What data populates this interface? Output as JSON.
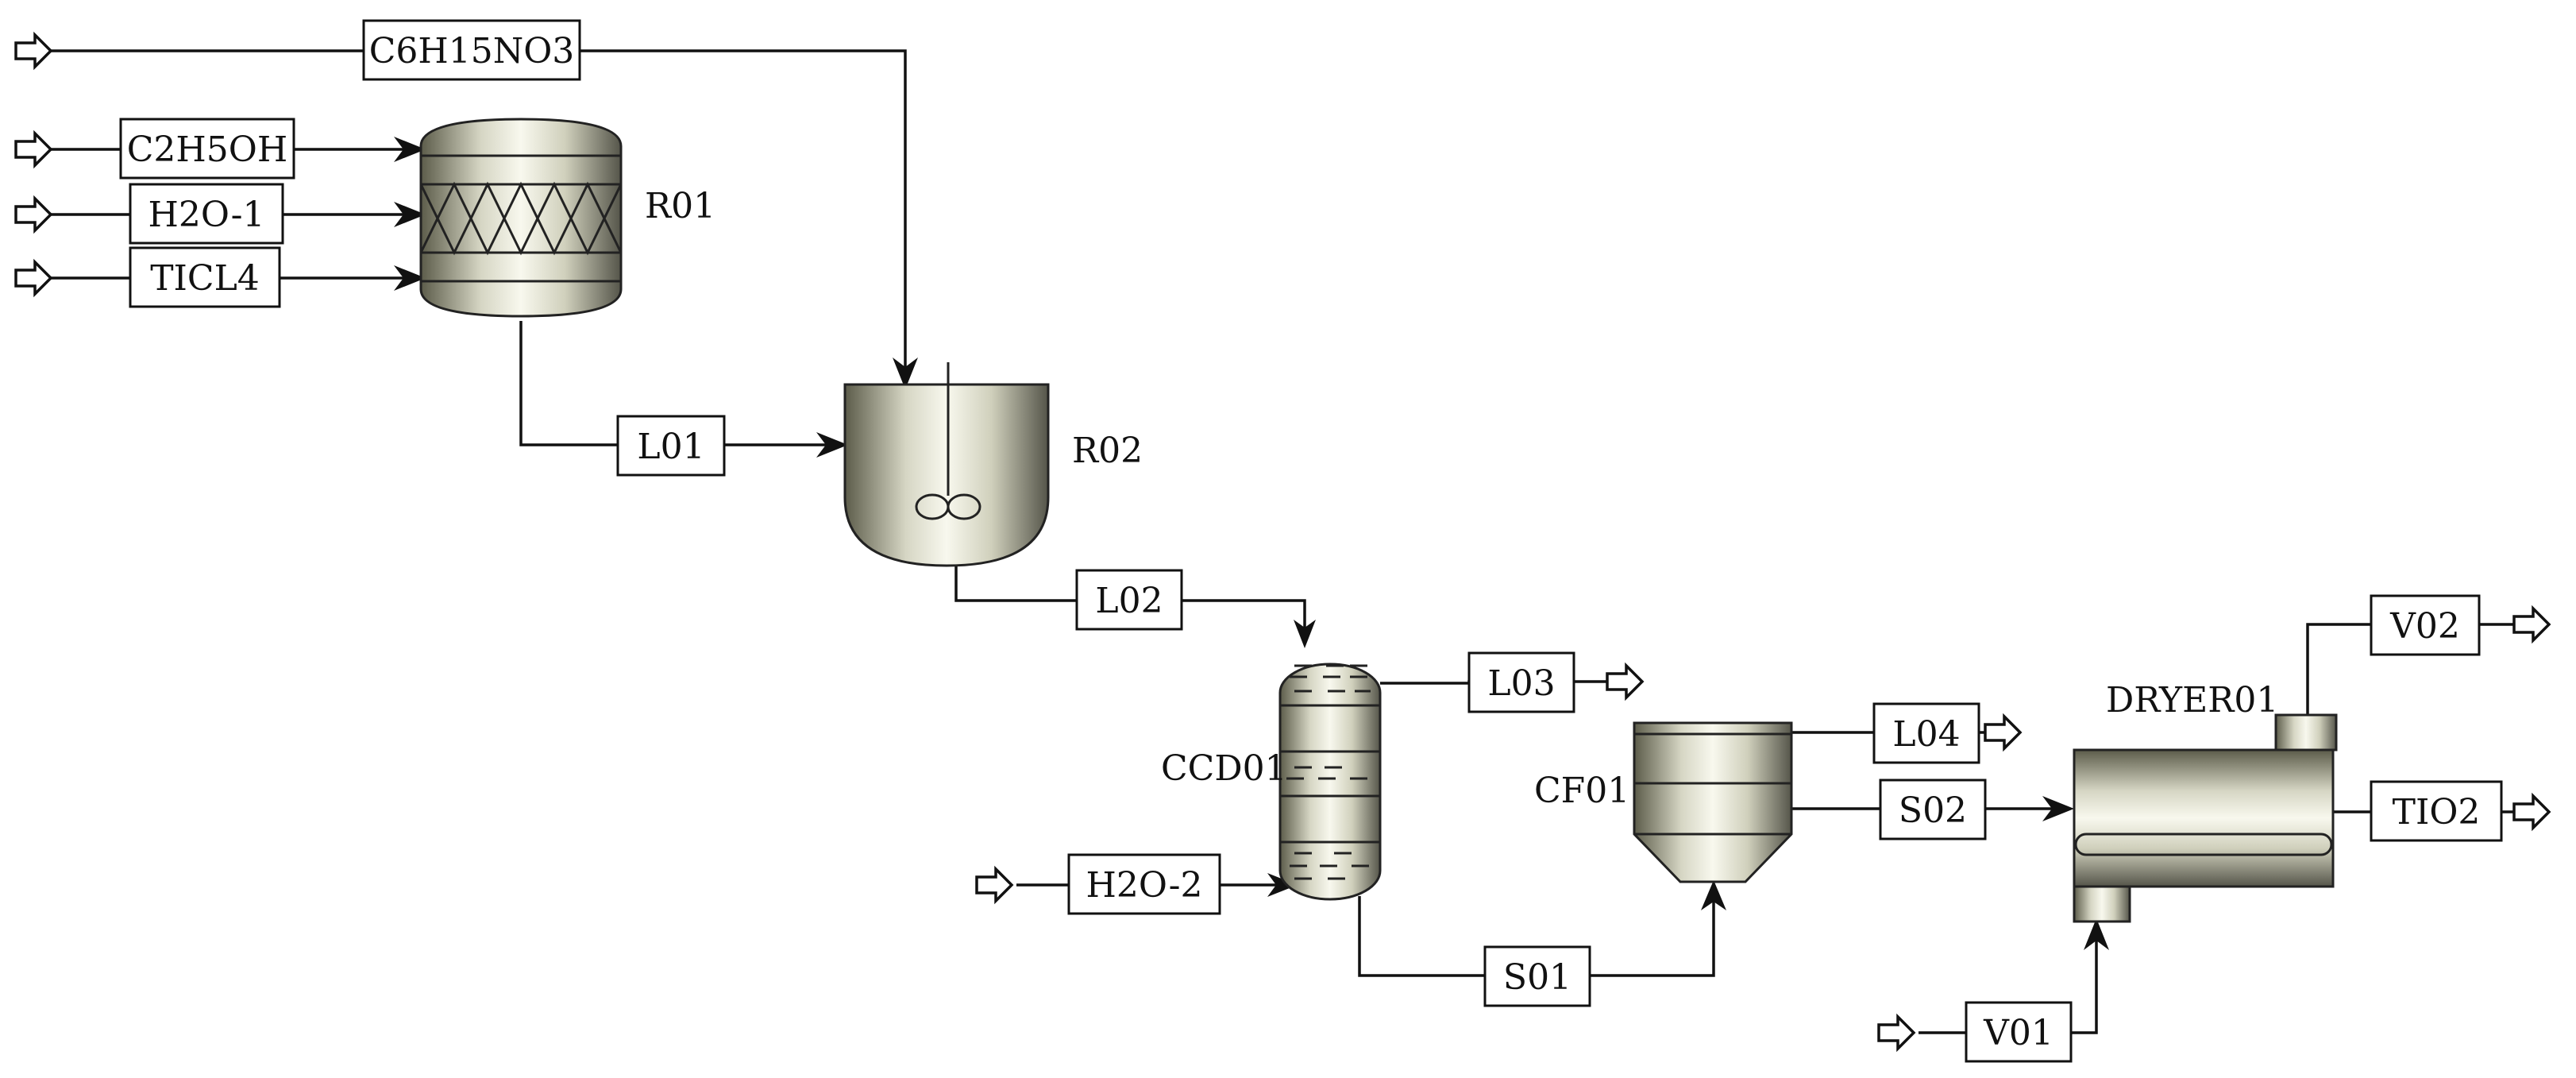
{
  "diagram": {
    "type": "process-flow-diagram",
    "units": {
      "R01": "R01",
      "R02": "R02",
      "CCD01": "CCD01",
      "CF01": "CF01",
      "DRYER01": "DRYER01"
    },
    "streams": {
      "C6H15NO3": "C6H15NO3",
      "C2H5OH": "C2H5OH",
      "H2O-1": "H2O-1",
      "TICL4": "TICL4",
      "L01": "L01",
      "L02": "L02",
      "L03": "L03",
      "L04": "L04",
      "H2O-2": "H2O-2",
      "S01": "S01",
      "S02": "S02",
      "V01": "V01",
      "V02": "V02",
      "TIO2": "TIO2"
    },
    "connections": [
      {
        "stream": "C6H15NO3",
        "from": "feed",
        "to": "R02"
      },
      {
        "stream": "C2H5OH",
        "from": "feed",
        "to": "R01"
      },
      {
        "stream": "H2O-1",
        "from": "feed",
        "to": "R01"
      },
      {
        "stream": "TICL4",
        "from": "feed",
        "to": "R01"
      },
      {
        "stream": "L01",
        "from": "R01",
        "to": "R02"
      },
      {
        "stream": "L02",
        "from": "R02",
        "to": "CCD01"
      },
      {
        "stream": "H2O-2",
        "from": "feed",
        "to": "CCD01"
      },
      {
        "stream": "L03",
        "from": "CCD01",
        "to": "product"
      },
      {
        "stream": "S01",
        "from": "CCD01",
        "to": "CF01"
      },
      {
        "stream": "L04",
        "from": "CF01",
        "to": "product"
      },
      {
        "stream": "S02",
        "from": "CF01",
        "to": "DRYER01"
      },
      {
        "stream": "V01",
        "from": "feed",
        "to": "DRYER01"
      },
      {
        "stream": "V02",
        "from": "DRYER01",
        "to": "product"
      },
      {
        "stream": "TIO2",
        "from": "DRYER01",
        "to": "product"
      }
    ]
  }
}
